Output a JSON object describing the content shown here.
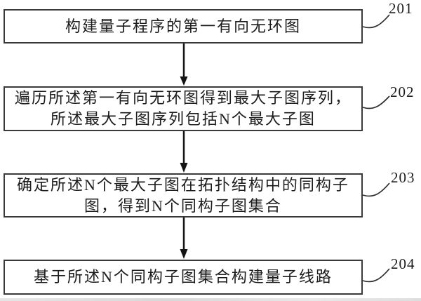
{
  "figure": {
    "type": "flowchart",
    "background_color": "#ffffff",
    "line_color": "#141414",
    "text_color": "#1c1c1c",
    "steps": [
      {
        "ref": "201",
        "text": "构建量子程序的第一有向无环图"
      },
      {
        "ref": "202",
        "text": "遍历所述第一有向无环图得到最大子图序列，\n所述最大子图序列包括N个最大子图"
      },
      {
        "ref": "203",
        "text": "确定所述N个最大子图在拓扑结构中的同构子\n图，得到N个同构子图集合"
      },
      {
        "ref": "204",
        "text": "基于所述N个同构子图集合构建量子线路"
      }
    ]
  }
}
